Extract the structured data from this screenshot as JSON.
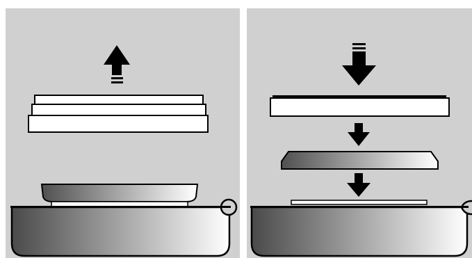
{
  "diagram": {
    "panels": [
      {
        "id": "left",
        "step": "remove",
        "arrow": "up",
        "parts": [
          "stacked-rings",
          "inner-tray",
          "base-plate",
          "pan"
        ]
      },
      {
        "id": "right",
        "step": "install",
        "arrow": "down",
        "parts": [
          "top-ring",
          "inner-tray",
          "base-plate",
          "pan"
        ]
      }
    ],
    "colors": {
      "background": "#ffffff",
      "panel": "#d0d0d0",
      "outline": "#000000",
      "part_fill": "#ffffff",
      "gradient_dark": "#4a4a4a",
      "gradient_light": "#ffffff"
    }
  }
}
